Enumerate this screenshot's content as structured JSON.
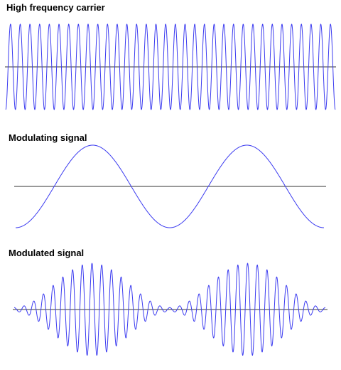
{
  "panels": [
    {
      "id": "carrier",
      "title": "High frequency carrier"
    },
    {
      "id": "modulating",
      "title": "Modulating signal"
    },
    {
      "id": "modulated",
      "title": "Modulated signal"
    }
  ],
  "signals": {
    "carrier_cycles": 34,
    "modulating_cycles": 2,
    "modulated_carrier_cycles": 32,
    "modulation_index": 0.92
  },
  "colors": {
    "wave": "#3b3bf0",
    "axis": "#333333",
    "title": "#000000",
    "background": "#ffffff"
  }
}
